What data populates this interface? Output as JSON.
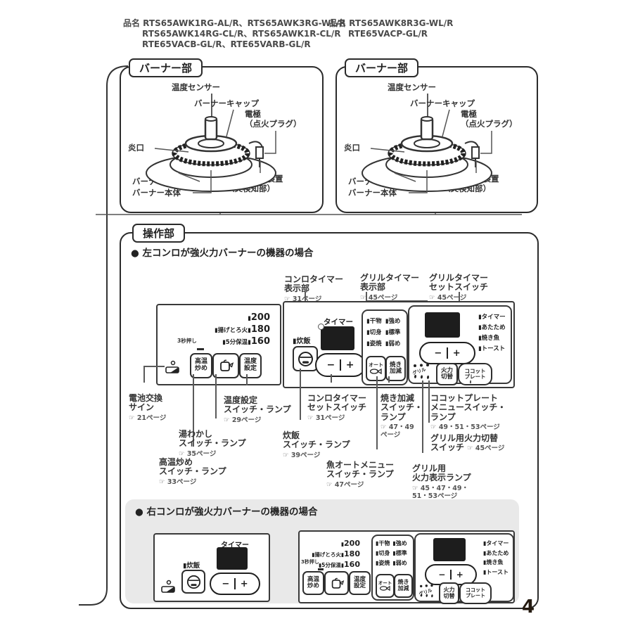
{
  "colors": {
    "ink": "#333333",
    "gray_box": "#e9e9e9",
    "display": "#1d1d1d"
  },
  "header": {
    "models_left": [
      "品名 RTS65AWK1RG-AL/R、RTS65AWK3RG-WL/R",
      "RTS65AWK14RG-CL/R、RTS65AWK1R-CL/R",
      "RTE65VACB-GL/R、RTE65VARB-GL/R"
    ],
    "models_right": [
      "品名 RTS65AWK8R3G-WL/R",
      "RTE65VACP-GL/R"
    ]
  },
  "burner": {
    "title": "バーナー部",
    "labels": {
      "sensor": "温度センサー",
      "cap": "バーナーキャップ",
      "electrode": "電極\n（点火プラグ）",
      "flame_port": "炎口",
      "ring": "バーナーリング",
      "body": "バーナー本体",
      "safety": "立消え安全装置\n（炎検知部）"
    }
  },
  "operation": {
    "title": "操作部",
    "case_left": "● 左コンロが強火力バーナーの機器の場合",
    "case_right": "● 右コンロが強火力バーナーの機器の場合",
    "callouts": {
      "konro_timer_display": {
        "text": "コンロタイマー\n表示部",
        "ref": "☞ 31ページ"
      },
      "grill_timer_display": {
        "text": "グリルタイマー\n表示部",
        "ref": "☞ 45ページ"
      },
      "grill_timer_set": {
        "text": "グリルタイマー\nセットスイッチ",
        "ref": "☞ 45ページ"
      },
      "battery": {
        "text": "電池交換\nサイン",
        "ref": "☞ 21ページ"
      },
      "temp_set": {
        "text": "温度設定\nスイッチ・ランプ",
        "ref": "☞ 29ページ"
      },
      "yuwakashi": {
        "text": "湯わかし\nスイッチ・ランプ",
        "ref": "☞ 35ページ"
      },
      "itame": {
        "text": "高温炒め\nスイッチ・ランプ",
        "ref": "☞ 33ページ"
      },
      "konro_timer_set": {
        "text": "コンロタイマー\nセットスイッチ",
        "ref": "☞ 31ページ"
      },
      "suihan": {
        "text": "炊飯\nスイッチ・ランプ",
        "ref": "☞ 39ページ"
      },
      "fish_auto": {
        "text": "魚オートメニュー\nスイッチ・ランプ",
        "ref": "☞ 47ページ"
      },
      "yakikagen": {
        "text": "焼き加減\nスイッチ・\nランプ",
        "ref": "☞ 47・49\nページ"
      },
      "cocotte": {
        "text": "ココットプレート\nメニュースイッチ・\nランプ",
        "ref": "☞ 49・51・53ページ"
      },
      "grill_fire_switch": {
        "text": "グリル用火力切替\nスイッチ",
        "ref": "☞ 45ページ"
      },
      "grill_fire_lamp": {
        "text": "グリル用\n火力表示ランプ",
        "ref": "☞ 45・47・49・\n51・53ページ"
      }
    },
    "panel": {
      "timer_label": "タイマー",
      "suihan_led": "▮炊飯",
      "minus": "−",
      "plus": "+",
      "press3s": "3秒押し",
      "temp_rows": [
        {
          "label": "▮",
          "value": "200"
        },
        {
          "label": "▮揚げとろ火▮",
          "value": "180"
        },
        {
          "label": "▮5分保温▮",
          "value": "160"
        }
      ],
      "btn_itame": "高温\n炒め",
      "btn_temp": "温度\n設定",
      "btn_auto": "オート",
      "btn_yakikagen": "焼き\n加減",
      "btn_hiryoku": "火力\n切替",
      "btn_cocotte": "ココット\nプレート",
      "grill_label": "グリル",
      "fish_rows": [
        [
          "▮干物",
          "▮強め"
        ],
        [
          "▮切身",
          "▮標準"
        ],
        [
          "▮姿焼",
          "▮弱め"
        ]
      ],
      "grill_leds": [
        "▮タイマー",
        "▮あたため",
        "▮焼き魚",
        "▮トースト"
      ]
    }
  },
  "page_number": "4"
}
